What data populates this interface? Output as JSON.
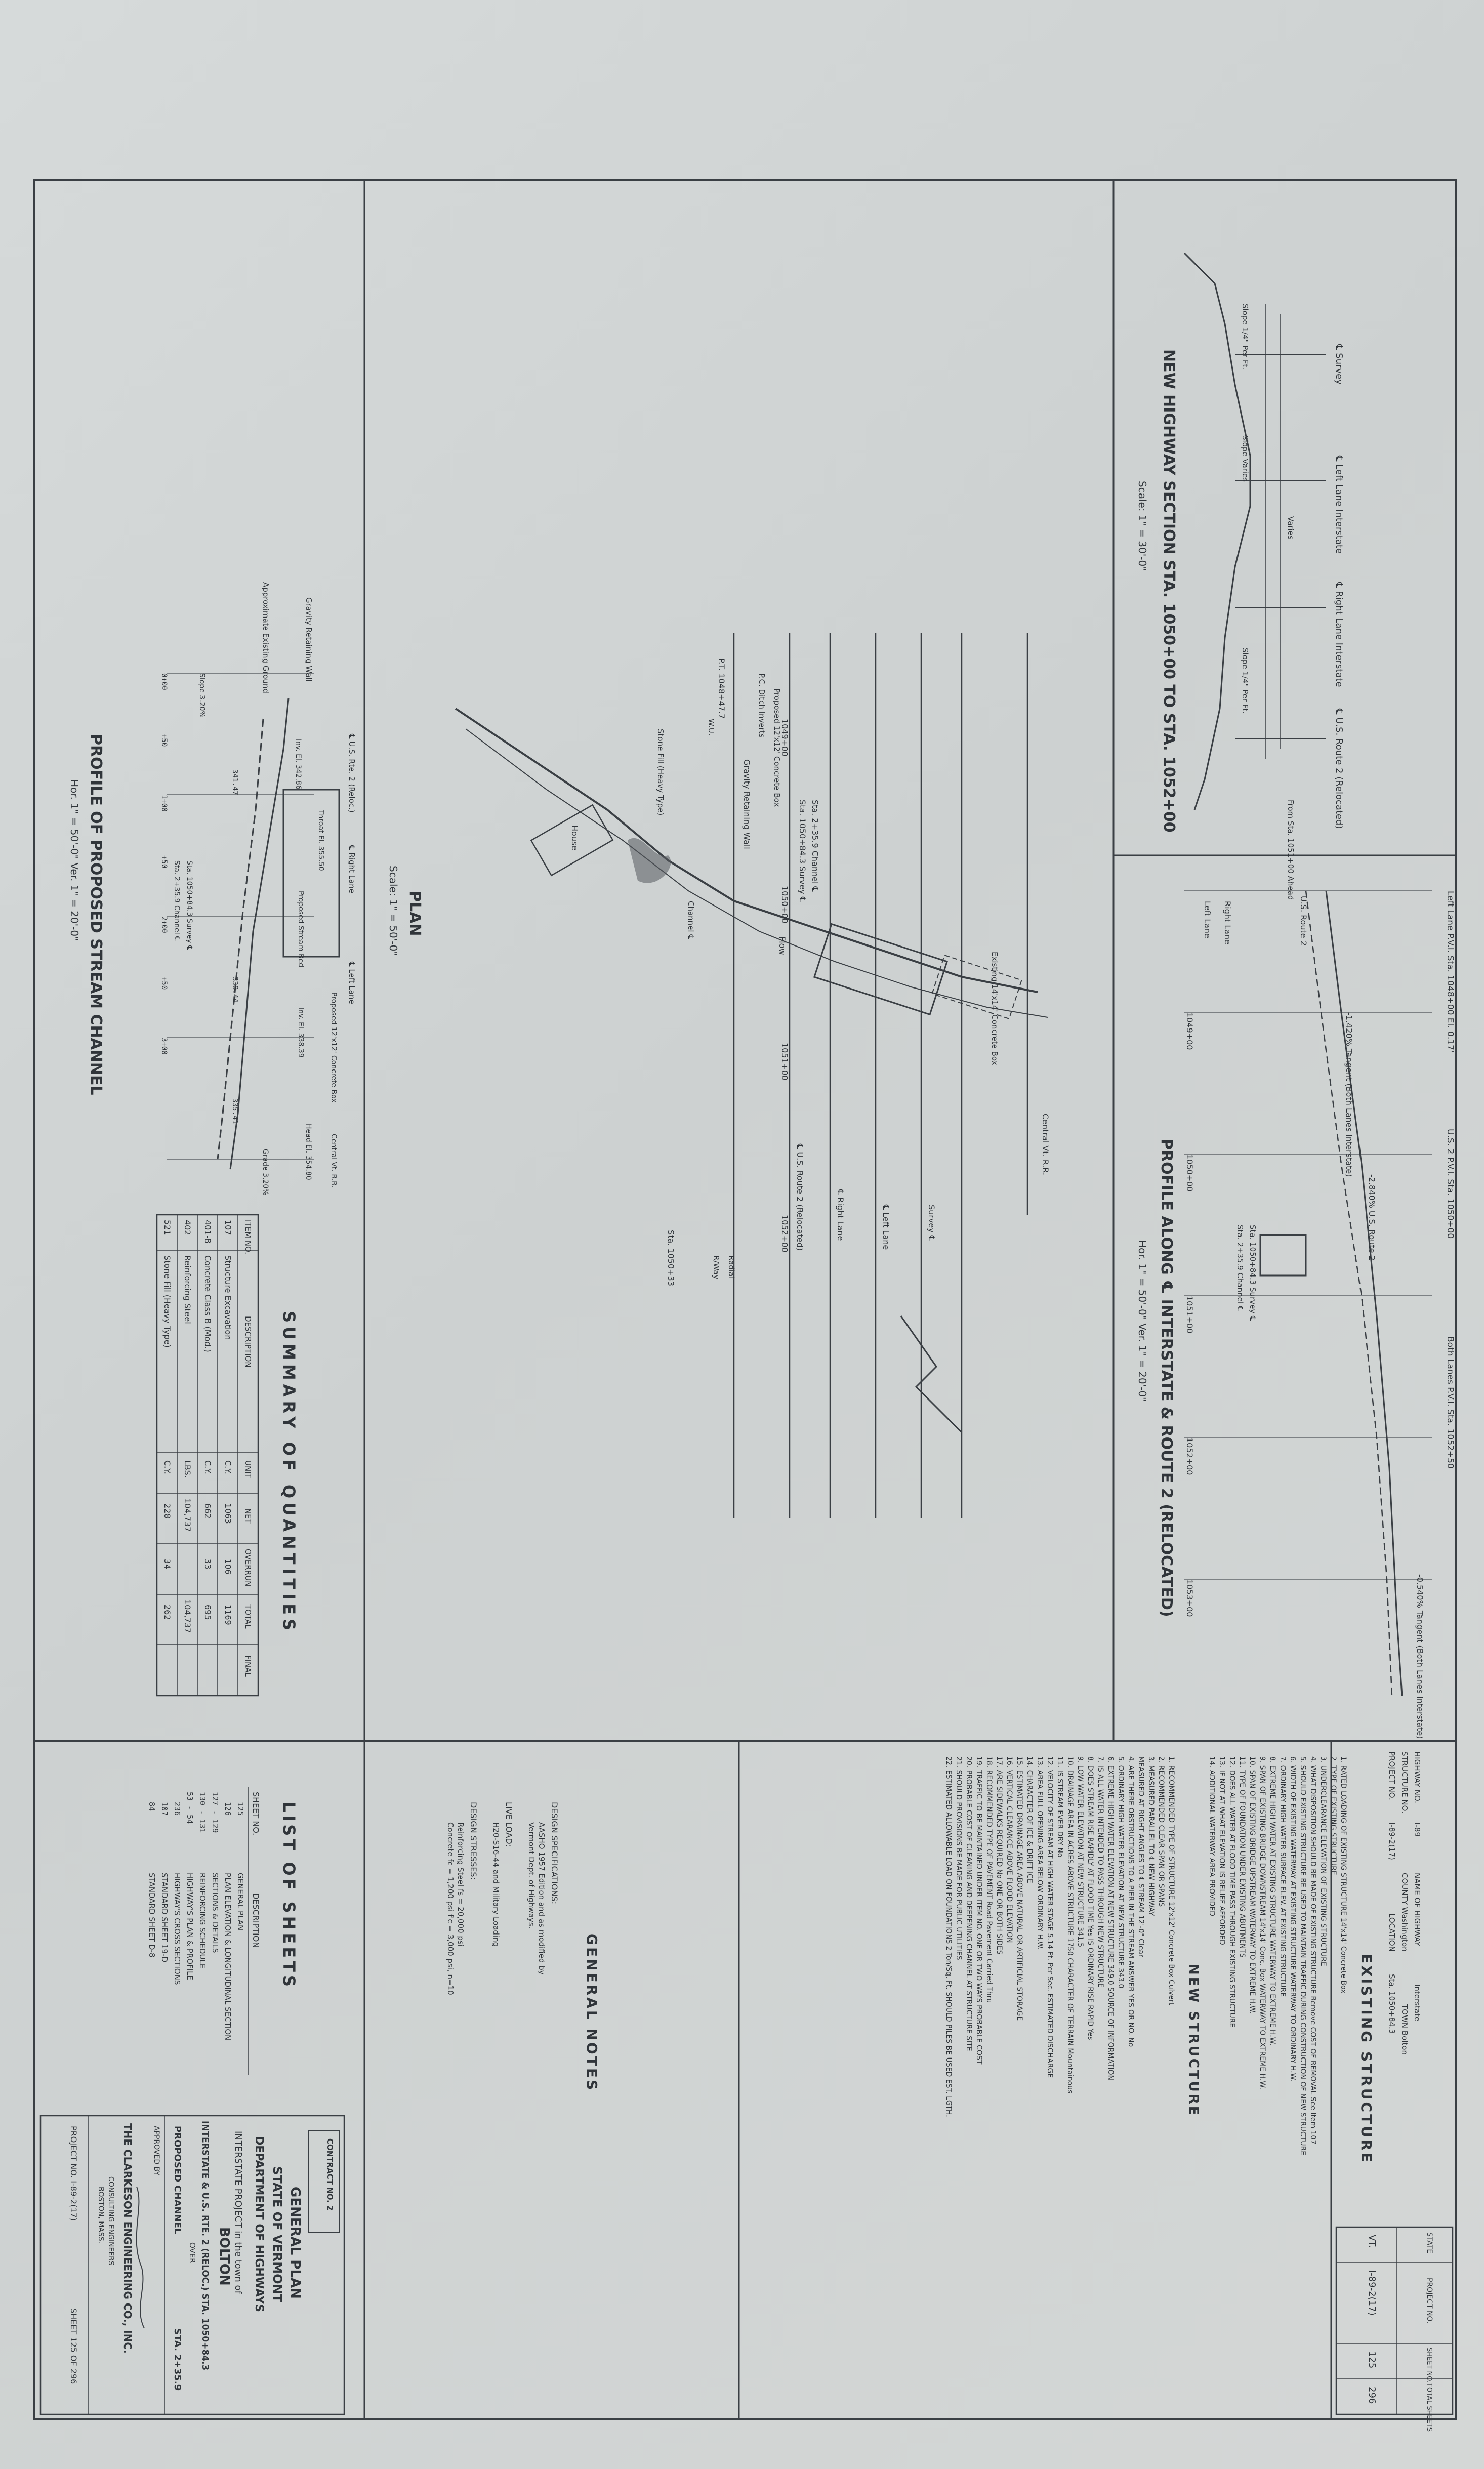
{
  "drawing_titles": {
    "highway_section": "NEW HIGHWAY SECTION STA. 1050+00 TO STA. 1052+00",
    "highway_section_scale": "Scale: 1\" = 30'-0\"",
    "profile_interstate": "PROFILE ALONG ℄ INTERSTATE & ROUTE 2 (RELOCATED)",
    "profile_interstate_scale": "Hor. 1\" = 50'-0\"  Ver. 1\" = 20'-0\"",
    "plan": "PLAN",
    "plan_scale": "Scale: 1\" = 50'-0\"",
    "profile_stream": "PROFILE OF PROPOSED STREAM CHANNEL",
    "profile_stream_scale": "Hor. 1\" = 50'-0\"  Ver. 1\" = 20'-0\""
  },
  "section_labels": [
    "℄ Survey",
    "℄ Left Lane Interstate",
    "℄ Right Lane Interstate",
    "℄ U.S. Route 2 (Relocated)",
    "Slope 1/4\" Per Ft.",
    "Slope Varies",
    "Varies",
    "Slope 1/4\" Per Ft.",
    "From Sta. 1051+00 Ahead"
  ],
  "summary": {
    "title": "SUMMARY OF QUANTITIES",
    "headers": [
      "ITEM NO.",
      "DESCRIPTION",
      "UNIT",
      "NET",
      "OVERRUN",
      "TOTAL",
      "FINAL"
    ],
    "rows": [
      {
        "item": "107",
        "desc": "Structure Excavation",
        "unit": "C.Y.",
        "net": "1063",
        "over": "106",
        "total": "1169",
        "final": ""
      },
      {
        "item": "401-B",
        "desc": "Concrete Class B (Mod.)",
        "unit": "C.Y.",
        "net": "662",
        "over": "33",
        "total": "695",
        "final": ""
      },
      {
        "item": "402",
        "desc": "Reinforcing Steel",
        "unit": "LBS.",
        "net": "104,737",
        "over": "",
        "total": "104,737",
        "final": ""
      },
      {
        "item": "521",
        "desc": "Stone Fill (Heavy Type)",
        "unit": "C.Y.",
        "net": "228",
        "over": "34",
        "total": "262",
        "final": ""
      }
    ]
  },
  "list_of_sheets": {
    "title": "LIST OF SHEETS",
    "headers": [
      "SHEET NO.",
      "DESCRIPTION"
    ],
    "rows": [
      {
        "no": "125",
        "desc": "GENERAL PLAN"
      },
      {
        "no": "126",
        "desc": "PLAN ELEVATION & LONGITUDINAL SECTION"
      },
      {
        "no": "127 - 129",
        "desc": "SECTIONS & DETAILS"
      },
      {
        "no": "130 - 131",
        "desc": "REINFORCING SCHEDULE"
      },
      {
        "no": "53 - 54",
        "desc": "HIGHWAY'S PLAN & PROFILE"
      },
      {
        "no": "236",
        "desc": "HIGHWAY'S CROSS SECTIONS"
      },
      {
        "no": "107",
        "desc": "STANDARD SHEET 19-D"
      },
      {
        "no": "84",
        "desc": "STANDARD SHEET D-8"
      }
    ]
  },
  "general_notes": {
    "title": "GENERAL NOTES",
    "lines": [
      "DESIGN SPECIFICATIONS:",
      "AASHO 1957 Edition and as modified by",
      "Vermont Dept. of Highways.",
      "LIVE LOAD:",
      "H20-S16-44 and Military Loading",
      "DESIGN STRESSES:",
      "Reinforcing Steel fs = 20,000 psi",
      "Concrete fc = 1,200 psi  f'c = 3,000 psi, n=10"
    ]
  },
  "existing_structure": {
    "header_labels": [
      "HIGHWAY NO.",
      "I-89",
      "NAME OF HIGHWAY",
      "Interstate",
      "STRUCTURE NO.",
      "COUNTY Washington",
      "TOWN Bolton",
      "PROJECT NO.",
      "I-89-2(17)",
      "LOCATION",
      "Sta. 1050+84.3"
    ],
    "title": "EXISTING STRUCTURE",
    "items": [
      "1. RATED LOADING OF EXISTING STRUCTURE  14'x14' Concrete Box",
      "2. TYPE OF EXISTING STRUCTURE",
      "3. UNDERCLEARANCE ELEVATION OF EXISTING STRUCTURE",
      "4. WHAT DISPOSITION SHOULD BE MADE OF EXISTING STRUCTURE  Remove  COST OF REMOVAL  See Item 107",
      "5. SHOULD EXISTING STRUCTURE BE USED TO MAINTAIN TRAFFIC DURING CONSTRUCTION OF NEW STRUCTURE",
      "6. WIDTH OF EXISTING WATERWAY AT EXISTING STRUCTURE         WATERWAY TO ORDINARY H.W.",
      "7. ORDINARY HIGH WATER SURFACE ELEV. AT EXISTING STRUCTURE",
      "8. EXTREME HIGH WATER AT EXISTING STRUCTURE         WATERWAY TO EXTREME H.W.",
      "9. SPAN OF EXISTING BRIDGE DOWNSTREAM  14'x14' Conc. Box   WATERWAY TO EXTREME H.W.",
      "10. SPAN OF EXISTING BRIDGE UPSTREAM         WATERWAY TO EXTREME H.W.",
      "11. TYPE OF FOUNDATION UNDER EXISTING ABUTMENTS",
      "12. DOES ALL WATER AT FLOOD TIME PASS THROUGH EXISTING STRUCTURE",
      "13. IF NOT AT WHAT ELEVATION IS RELIEF AFFORDED",
      "14. ADDITIONAL WATERWAY AREA PROVIDED"
    ],
    "new_title": "NEW STRUCTURE",
    "new_items": [
      "1. RECOMMENDED TYPE OF STRUCTURE  12'x12' Concrete Box Culvert",
      "2. RECOMMENDED CLEAR SPAN OR SPANS",
      "3. MEASURED PARALLEL TO ℄ NEW HIGHWAY",
      "   MEASURED AT RIGHT ANGLES TO ℄ STREAM  12'-0\" Clear",
      "4. ARE THERE OBSTRUCTIONS TO A PIER IN THE STREAM  ANSWER YES OR NO.  No",
      "5. ORDINARY HIGH WATER ELEVATION AT NEW STRUCTURE  343.0",
      "6. EXTREME HIGH WATER ELEVATION AT NEW STRUCTURE 349.0  SOURCE OF INFORMATION",
      "7. IS ALL WATER INTENDED TO PASS THROUGH NEW STRUCTURE",
      "8. DOES STREAM RISE RAPIDLY AT FLOOD TIME  Yes  IS ORDINARY RISE RAPID  Yes",
      "9. LOW WATER ELEVATION AT NEW STRUCTURE  341.5",
      "10. DRAINAGE AREA IN ACRES ABOVE STRUCTURE  1750  CHARACTER OF TERRAIN  Mountainous",
      "11. IS STREAM EVER DRY  No",
      "12. VELOCITY OF STREAM AT HIGH WATER STAGE  5.14 Ft. Per Sec.  ESTIMATED DISCHARGE",
      "13. AREA FULL OPENING         AREA BELOW ORDINARY H.W.",
      "14. CHARACTER OF ICE & DRIFT         ICE",
      "15. ESTIMATED DRAINAGE AREA ABOVE NATURAL OR ARTIFICIAL STORAGE",
      "16. VERTICAL CLEARANCE ABOVE FLOOD ELEVATION",
      "17. ARE SIDEWALKS REQUIRED  No  ONE OR BOTH SIDES",
      "18. RECOMMENDED TYPE OF PAVEMENT  Road Pavement Carried Thru",
      "19. TRAFFIC TO BE MAINTAINED UNDER ITEM NO.  ONE OR TWO WAYS  PROBABLE COST",
      "20. PROBABLE COST OF CLEANING AND DEEPENING CHANNEL AT STRUCTURE SITE",
      "21. SHOULD PROVISIONS BE MADE FOR PUBLIC UTILITIES",
      "22. ESTIMATED ALLOWABLE LOAD ON FOUNDATIONS 2 Ton/Sq. Ft. SHOULD PILES BE USED  EST. LGTH."
    ]
  },
  "state_box": {
    "headers": [
      "STATE",
      "PROJECT NO.",
      "SHEET NO.",
      "TOTAL SHEETS"
    ],
    "values": [
      "VT.",
      "I-89-2(17)",
      "125",
      "296"
    ]
  },
  "title_block": {
    "contract": "CONTRACT NO. 2",
    "general_plan": "GENERAL PLAN",
    "state": "STATE OF VERMONT",
    "dept": "DEPARTMENT OF HIGHWAYS",
    "project_line": "INTERSTATE PROJECT in the town of",
    "town": "BOLTON",
    "route": "INTERSTATE & U.S. RTE. 2 (RELOC.)  STA. 1050+84.3",
    "over": "OVER",
    "channel": "PROPOSED CHANNEL",
    "sta": "STA. 2+35.9",
    "approved": "APPROVED BY",
    "firm": "THE CLARKESON ENGINEERING CO., INC.",
    "firm_sub": "CONSULTING ENGINEERS",
    "firm_city": "BOSTON, MASS.",
    "project_no": "PROJECT NO.  I-89-2(17)",
    "sheet": "SHEET 125 OF 296"
  },
  "plan_labels": [
    "P.T. 1048+47.7",
    "Sta. 1050+84.3 Survey ℄",
    "Sta. 2+35.9 Channel ℄",
    "Gravity Retaining Wall",
    "Stone Fill (Heavy Type)",
    "P.C. Ditch Inverts",
    "Proposed 12'x12' Concrete Box",
    "House",
    "Channel ℄",
    "Existing 14'x14' Concrete Box",
    "Central Vt. R.R.",
    "℄ U.S. Route 2 (Relocated)",
    "℄ Right Lane",
    "℄ Left Lane",
    "Survey ℄",
    "Sta. 1050+33",
    "1049+00",
    "1050+00",
    "1051+00",
    "1052+00",
    "Radial",
    "R/Way",
    "W.U.",
    "Flow"
  ],
  "stream_profile_labels": [
    "Gravity Retaining Wall",
    "Approximate Existing Ground",
    "℄ U.S. Rte. 2 (Reloc.)",
    "℄ Right Lane",
    "℄ Left Lane",
    "Proposed 12'x12' Concrete Box",
    "Inv. El. 342.86",
    "Throat El. 355.50",
    "Proposed Stream Bed",
    "Inv. El. 338.39",
    "Head El. 354.80",
    "Central Vt. R.R.",
    "341.47",
    "338.44",
    "335.41",
    "0+00",
    "+50",
    "1+00",
    "+50",
    "2+00",
    "+50",
    "3+00",
    "Sta. 2+35.9 Channel ℄",
    "Sta. 1050+84.3 Survey ℄",
    "Grade 3.20%",
    "Slope 3.20%"
  ],
  "interstate_profile_labels": [
    "Left Lane P.V.I. Sta. 1048+00  El. 0.17'",
    "U.S. 2 P.V.I. Sta. 1050+00",
    "Both Lanes P.V.I. Sta. 1052+50",
    "U.S. Route 2",
    "Right Lane",
    "Left Lane",
    "-2.840% U.S. Route 2",
    "-1.420% Tangent (Both Lanes Interstate)",
    "-0.540% Tangent (Both Lanes Interstate)",
    "1049+00",
    "1050+00",
    "1051+00",
    "1052+00",
    "1053+00",
    "Sta. 1050+84.3 Survey ℄",
    "Sta. 2+35.9 Channel ℄"
  ]
}
